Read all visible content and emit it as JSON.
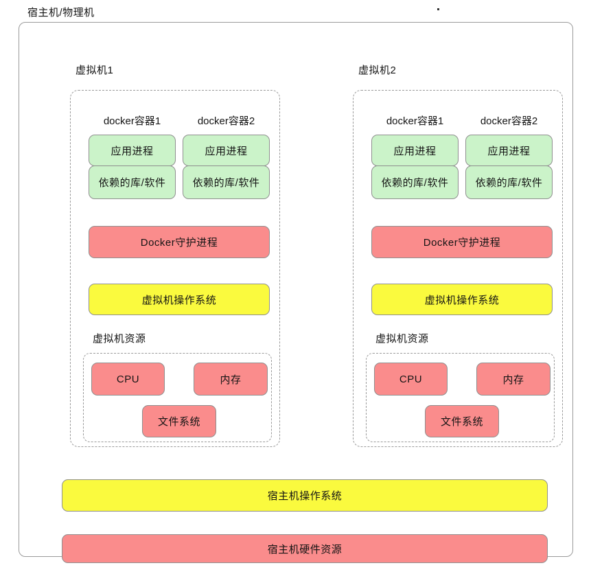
{
  "page": {
    "title": "宿主机/物理机"
  },
  "colors": {
    "container_fill": "#cbf3c9",
    "process_fill": "#fa8c8c",
    "os_fill": "#fafa3e",
    "border": "#8f8f8f",
    "dashed_border": "#9a9a9a"
  },
  "vms": [
    {
      "label": "虚拟机1",
      "containers": [
        {
          "title": "docker容器1",
          "boxes": [
            "应用进程",
            "依赖的库/软件"
          ]
        },
        {
          "title": "docker容器2",
          "boxes": [
            "应用进程",
            "依赖的库/软件"
          ]
        }
      ],
      "daemon": "Docker守护进程",
      "os": "虚拟机操作系统",
      "resources": {
        "label": "虚拟机资源",
        "items": [
          "CPU",
          "内存",
          "文件系统"
        ]
      }
    },
    {
      "label": "虚拟机2",
      "containers": [
        {
          "title": "docker容器1",
          "boxes": [
            "应用进程",
            "依赖的库/软件"
          ]
        },
        {
          "title": "docker容器2",
          "boxes": [
            "应用进程",
            "依赖的库/软件"
          ]
        }
      ],
      "daemon": "Docker守护进程",
      "os": "虚拟机操作系统",
      "resources": {
        "label": "虚拟机资源",
        "items": [
          "CPU",
          "内存",
          "文件系统"
        ]
      }
    }
  ],
  "host": {
    "os": "宿主机操作系统",
    "hardware": "宿主机硬件资源"
  }
}
